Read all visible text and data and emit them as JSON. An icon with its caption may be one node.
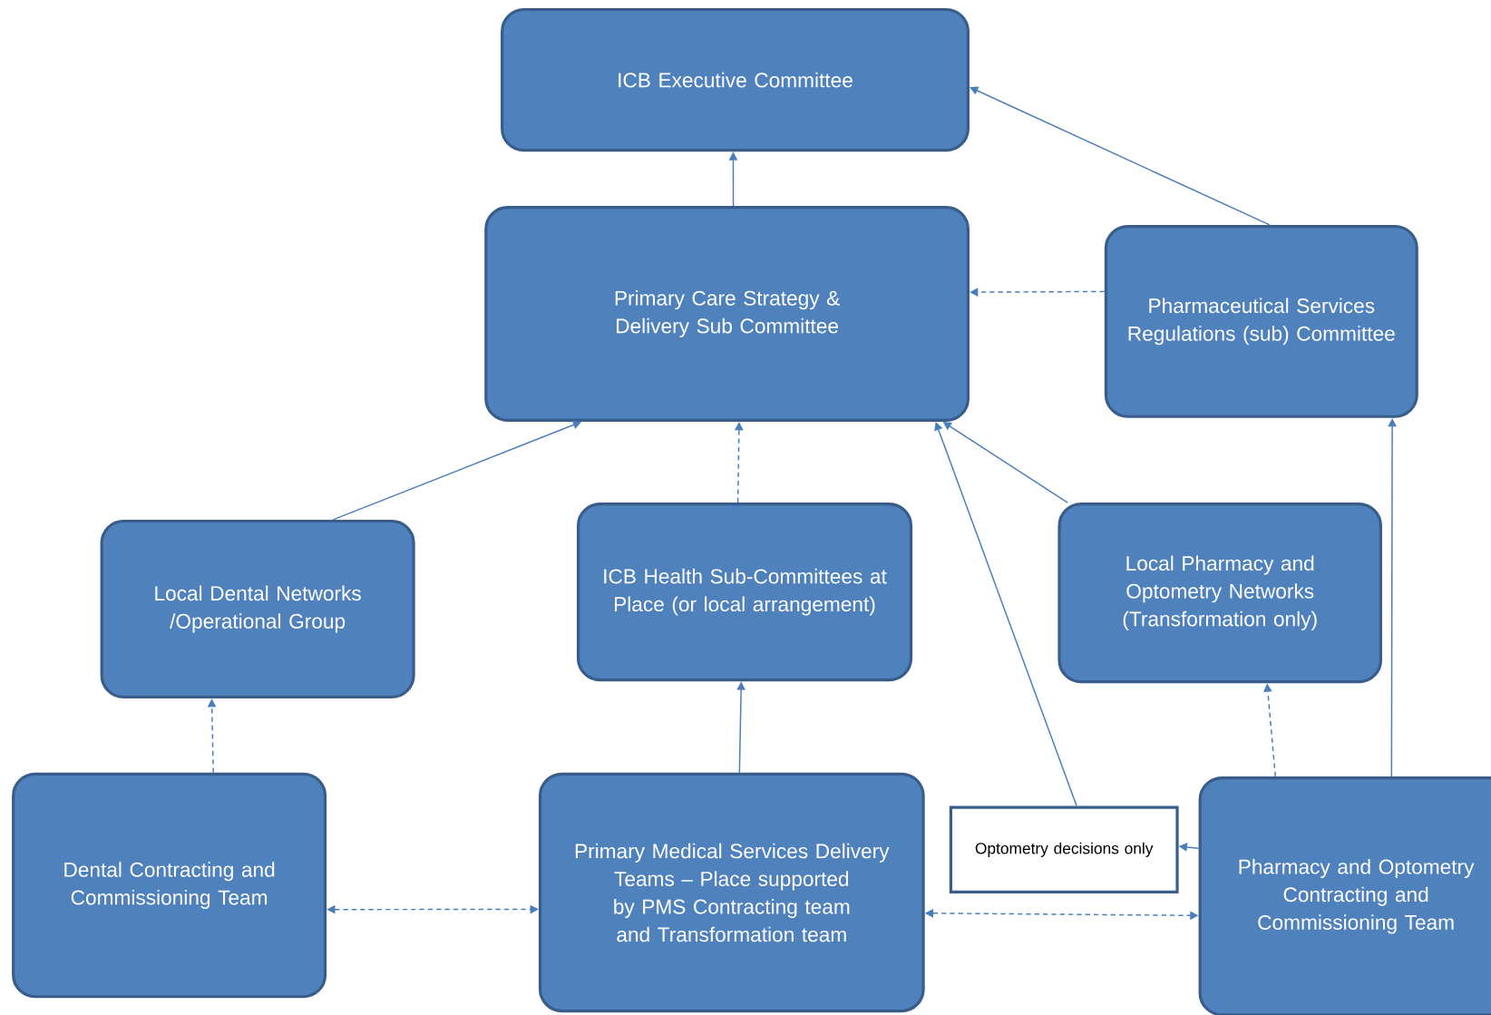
{
  "diagram": {
    "nodes": [
      {
        "text": [
          "ICB Executive Committee"
        ]
      },
      {
        "text": [
          "Primary Care Strategy & Delivery Sub Committee"
        ]
      },
      {
        "text": [
          "Pharmaceutical Services Regulations (sub) Committee"
        ]
      },
      {
        "text": [
          "Local Dental Networks /Operational Group"
        ]
      },
      {
        "text": [
          "ICB Health Sub-Committees at Place (or local arrangement)"
        ]
      },
      {
        "text": [
          "Local Pharmacy  and Optometry Networks (Transformation only)"
        ]
      },
      {
        "text": [
          "Dental Contracting and Commissioning Team"
        ]
      },
      {
        "text": [
          "Primary Medical Services Delivery Teams – Place supported by PMS Contracting team and Transformation team"
        ]
      },
      {
        "text": [
          "Optometry decisions only"
        ]
      },
      {
        "text": [
          "Pharmacy and Optometry Contracting and Commissioning Team"
        ]
      }
    ],
    "edges": [
      {
        "from": 1,
        "to": 0,
        "arrow": "to"
      },
      {
        "from": 2,
        "to": 0,
        "arrow": "to"
      },
      {
        "from": 2,
        "to": 1,
        "arrow": "to",
        "style": "dashed"
      },
      {
        "from": 3,
        "to": 1,
        "arrow": "to"
      },
      {
        "from": 4,
        "to": 1,
        "arrow": "to",
        "style": "dashed"
      },
      {
        "from": 5,
        "to": 1,
        "arrow": "to"
      },
      {
        "from": 8,
        "to": 1,
        "arrow": "to"
      },
      {
        "from": 6,
        "to": 3,
        "arrow": "to",
        "style": "dashed"
      },
      {
        "from": 7,
        "to": 4,
        "arrow": "to"
      },
      {
        "from": 9,
        "to": 5,
        "arrow": "to",
        "style": "dashed"
      },
      {
        "from": 9,
        "to": 2,
        "arrow": "to"
      },
      {
        "from": 9,
        "to": 8,
        "arrow": "to"
      },
      {
        "from": 7,
        "to": 9,
        "arrow": "both",
        "style": "dashed"
      },
      {
        "from": 6,
        "to": 7,
        "arrow": "both",
        "style": "dashed"
      }
    ]
  }
}
